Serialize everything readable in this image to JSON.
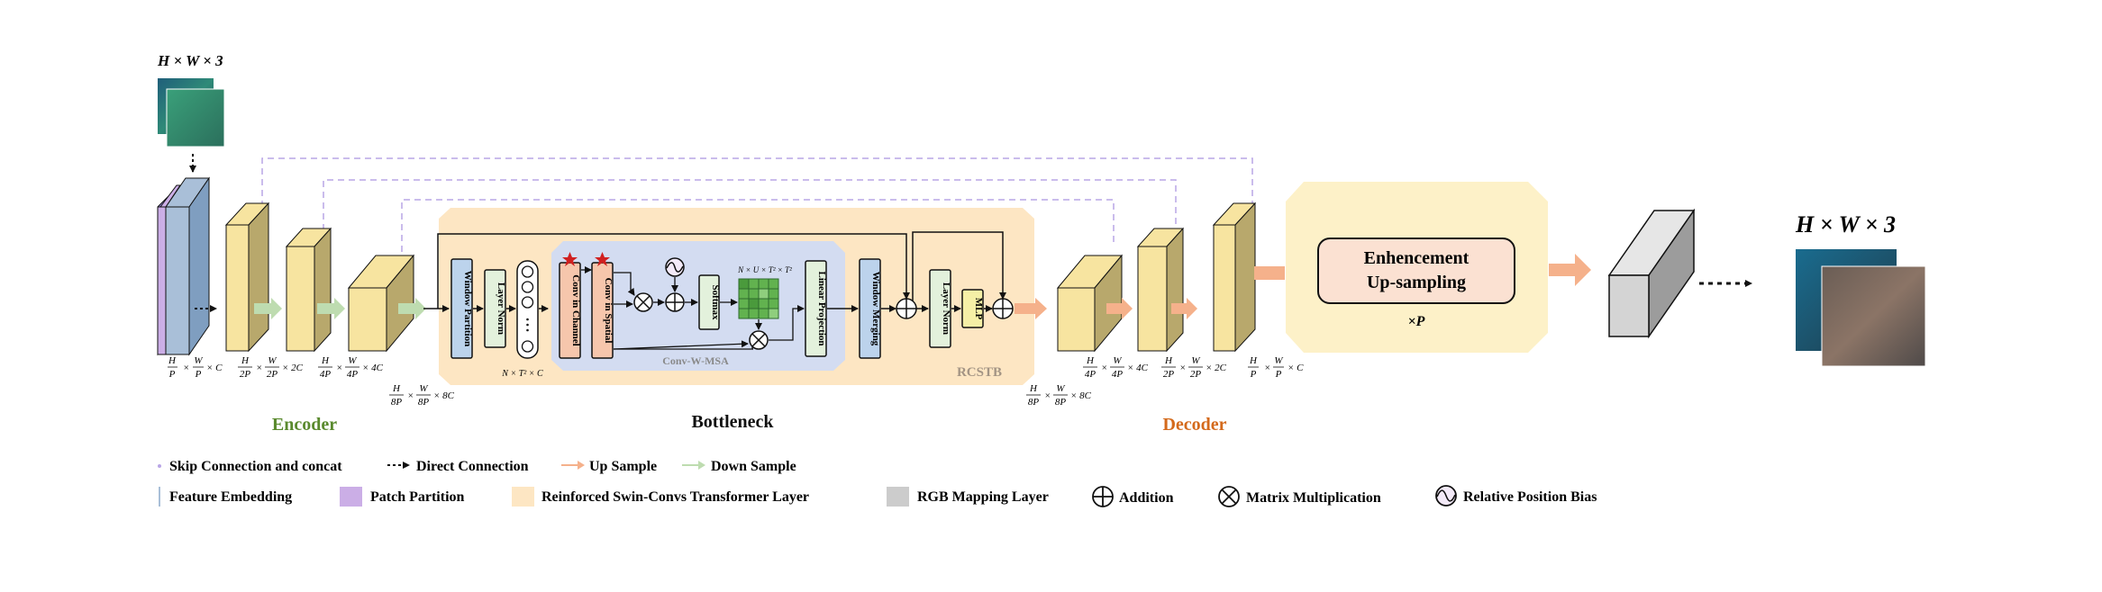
{
  "input": {
    "dims": "H × W × 3"
  },
  "output": {
    "dims": "H × W × 3"
  },
  "encoder": {
    "title": "Encoder",
    "shape_labels": [
      {
        "num": "H",
        "den": "P",
        "num2": "W",
        "den2": "P",
        "suffix": "× C"
      },
      {
        "num": "H",
        "den": "2P",
        "num2": "W",
        "den2": "2P",
        "suffix": "× 2C"
      },
      {
        "num": "H",
        "den": "4P",
        "num2": "W",
        "den2": "4P",
        "suffix": "× 4C"
      }
    ],
    "bottom_shape": {
      "num": "H",
      "den": "8P",
      "num2": "W",
      "den2": "8P",
      "suffix": "× 8C"
    }
  },
  "bottleneck": {
    "title": "Bottleneck",
    "rcstb_label": "RCSTB",
    "conv_w_msa_label": "Conv-W-MSA",
    "window_partition": "Window Partition",
    "layer_norm_1": "Layer Norm",
    "conv_in_channel": "Conv in Channel",
    "conv_in_spatial": "Conv in Spatial",
    "softmax": "Softmax",
    "linear_projection": "Linear Projection",
    "window_merging": "Window Merging",
    "layer_norm_2": "Layer Norm",
    "mlp": "MLP",
    "token_shape": "N × T² × C",
    "attn_shape": "N × U × T² × T²"
  },
  "decoder": {
    "title": "Decoder",
    "shape_labels": [
      {
        "num": "H",
        "den": "8P",
        "num2": "W",
        "den2": "8P",
        "suffix": "× 8C"
      },
      {
        "num": "H",
        "den": "4P",
        "num2": "W",
        "den2": "4P",
        "suffix": "× 4C"
      },
      {
        "num": "H",
        "den": "2P",
        "num2": "W",
        "den2": "2P",
        "suffix": "× 2C"
      },
      {
        "num": "H",
        "den": "P",
        "num2": "W",
        "den2": "P",
        "suffix": "× C"
      }
    ]
  },
  "upsampling": {
    "line1": "Enhencement",
    "line2": "Up-sampling",
    "factor": "×P"
  },
  "legend": {
    "skip": "Skip Connection and concat",
    "direct": "Direct Connection",
    "up": "Up Sample",
    "down": "Down Sample",
    "feature": "Feature Embedding",
    "patch": "Patch Partition",
    "rstl": "Reinforced Swin-Convs Transformer Layer",
    "rgb": "RGB Mapping Layer",
    "addition": "Addition",
    "matmul": "Matrix Multiplication",
    "relpos": "Relative Position Bias"
  },
  "colors": {
    "block_yellow": "#f7e4a0",
    "block_yellow_side": "#b8a86c",
    "rcstb_bg": "#fde6c3",
    "msa_bg": "#d3dcf1",
    "norm_green": "#e3f1dc",
    "window_blue": "#bcd3ec",
    "conv_salmon": "#f6c6ac",
    "upsample_bg": "#fdf1c8",
    "upsample_inner": "#fbe1d2",
    "skip_purple": "#b9a6e6",
    "up_orange": "#f5b18b",
    "down_green": "#bedcb0",
    "patch_purple": "#cbaee6",
    "gray": "#cccccc",
    "encoder_title": "#5a8a2e",
    "decoder_title": "#d46a1c"
  }
}
